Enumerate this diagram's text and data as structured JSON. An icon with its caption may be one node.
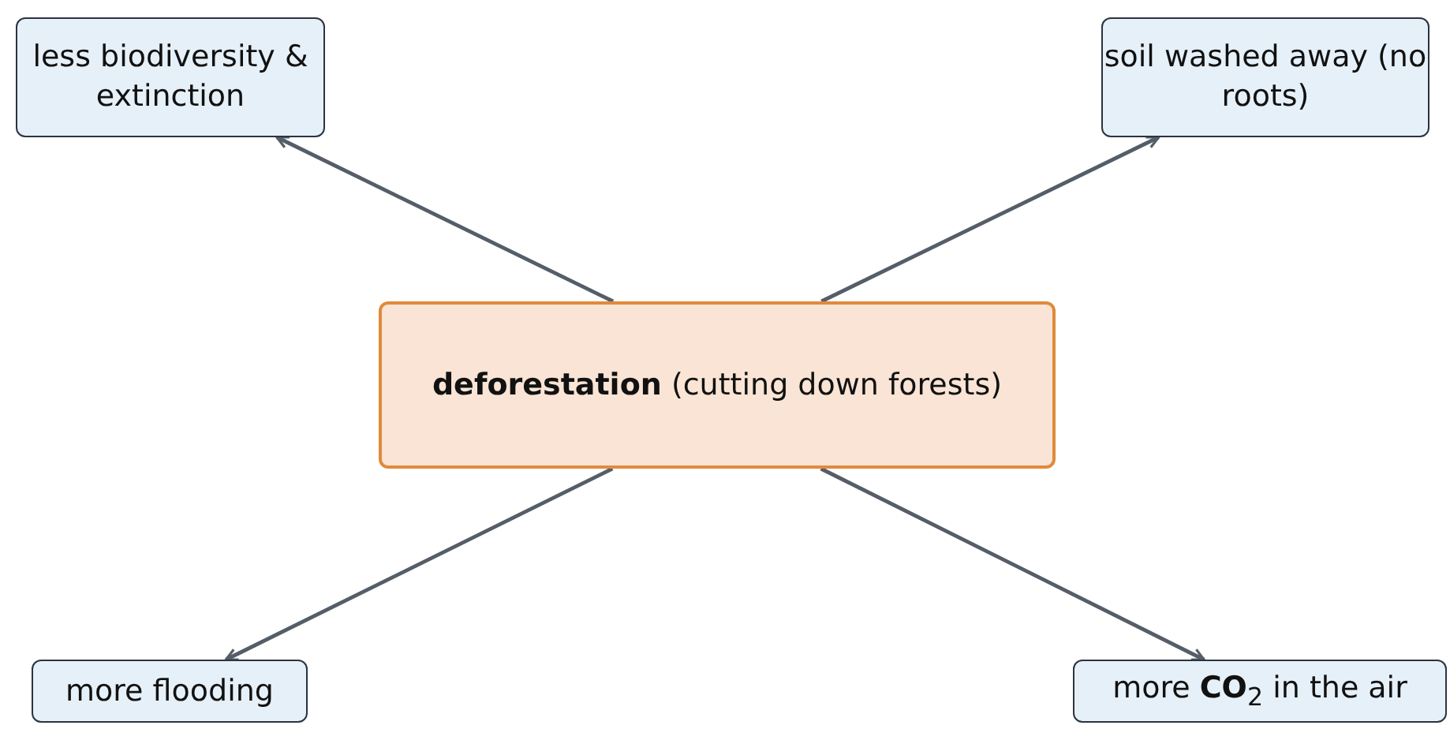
{
  "diagram": {
    "nodes": [
      {
        "text": [
          "**deforestation** (cutting down forests)"
        ]
      },
      {
        "text": [
          "less biodiversity & extinction"
        ]
      },
      {
        "text": [
          "soil washed away (no roots)"
        ]
      },
      {
        "text": [
          "more flooding"
        ]
      },
      {
        "text": [
          "more **CO**$_{2}$ in the air"
        ]
      }
    ],
    "edges": [
      {
        "from": 0,
        "to": 1,
        "arrow": "to"
      },
      {
        "from": 0,
        "to": 2,
        "arrow": "to"
      },
      {
        "from": 0,
        "to": 3,
        "arrow": "to"
      },
      {
        "from": 0,
        "to": 4,
        "arrow": "to"
      }
    ]
  }
}
